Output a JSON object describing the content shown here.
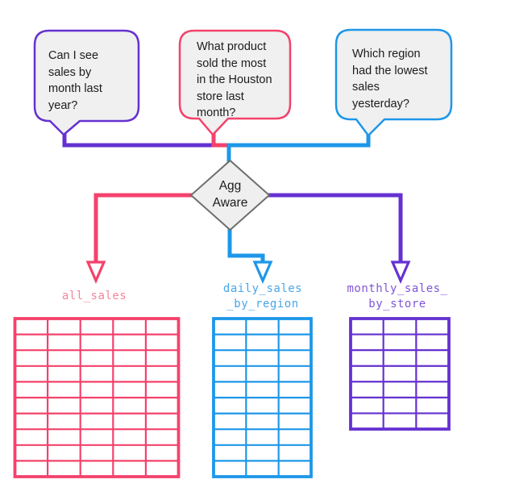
{
  "colors": {
    "purple": "#6531d1",
    "pink": "#f4426c",
    "blue": "#1d97e9",
    "purple_label": "#7f56d9",
    "pink_label": "#f4849c",
    "blue_label": "#4aa6e8",
    "bubble_fill": "#f0f0f0",
    "diamond_fill": "#efefef",
    "diamond_stroke": "#6e6e6e",
    "text": "#1c1c1c",
    "background": "#ffffff"
  },
  "bubbles": [
    {
      "id": "question-monthly-sales",
      "text": "Can I see\nsales by\nmonth last\nyear?"
    },
    {
      "id": "question-top-product",
      "text": "What product\nsold the most\nin the Houston\nstore last\nmonth?"
    },
    {
      "id": "question-lowest-region",
      "text": "Which region\nhad the lowest\nsales\nyesterday?"
    }
  ],
  "decision": {
    "label": "Agg\nAware"
  },
  "tables": [
    {
      "name": "all_sales",
      "label": "all_sales",
      "columns": 5,
      "rows": 10
    },
    {
      "name": "daily_sales_by_region",
      "label": "daily_sales\n_by_region",
      "columns": 3,
      "rows": 10
    },
    {
      "name": "monthly_sales_by_store",
      "label": "monthly_sales_\nby_store",
      "columns": 3,
      "rows": 7
    }
  ]
}
